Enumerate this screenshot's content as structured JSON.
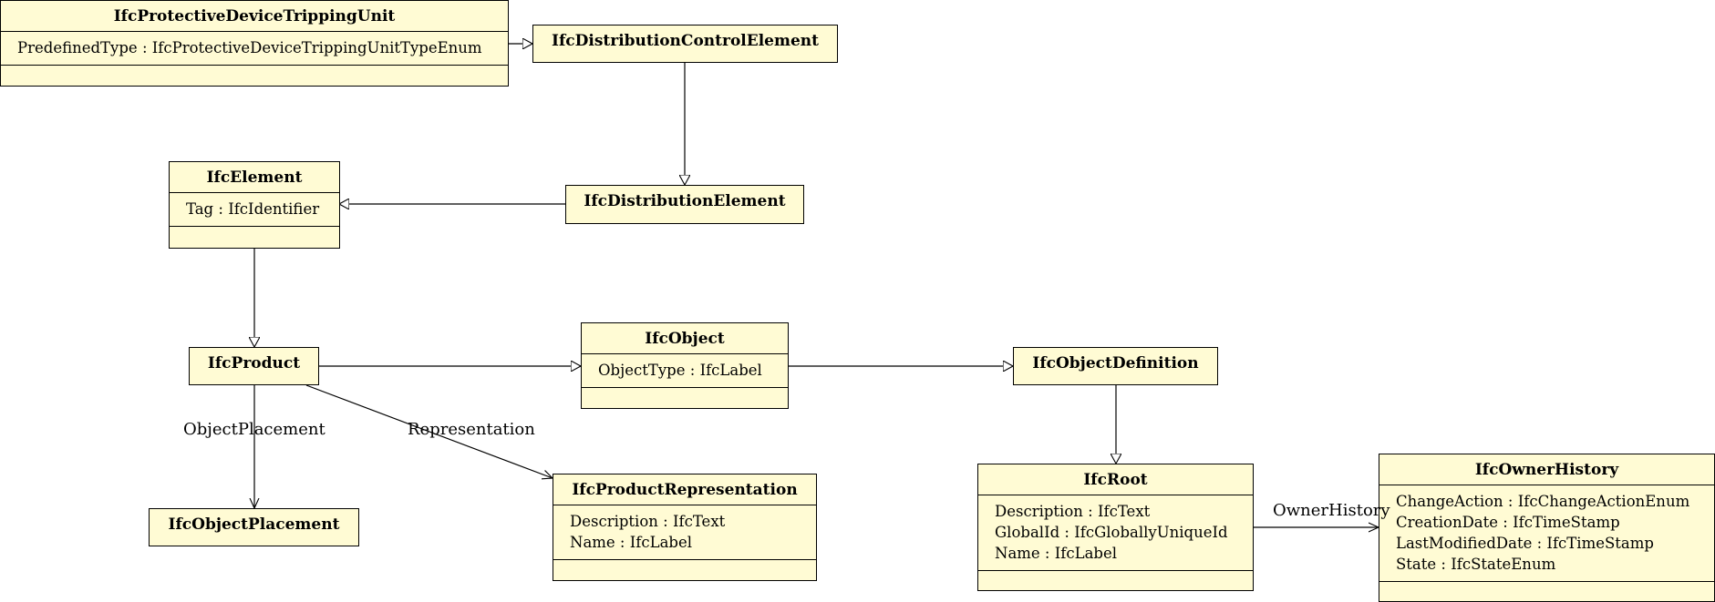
{
  "classes": {
    "protective_device": {
      "name": "IfcProtectiveDeviceTrippingUnit",
      "attributes": [
        {
          "name": "PredefinedType",
          "type": "IfcProtectiveDeviceTrippingUnitTypeEnum"
        }
      ]
    },
    "distribution_control_element": {
      "name": "IfcDistributionControlElement"
    },
    "element": {
      "name": "IfcElement",
      "attributes": [
        {
          "name": "Tag",
          "type": "IfcIdentifier"
        }
      ]
    },
    "distribution_element": {
      "name": "IfcDistributionElement"
    },
    "product": {
      "name": "IfcProduct"
    },
    "object": {
      "name": "IfcObject",
      "attributes": [
        {
          "name": "ObjectType",
          "type": "IfcLabel"
        }
      ]
    },
    "object_definition": {
      "name": "IfcObjectDefinition"
    },
    "object_placement": {
      "name": "IfcObjectPlacement"
    },
    "product_representation": {
      "name": "IfcProductRepresentation",
      "attributes": [
        {
          "name": "Description",
          "type": "IfcText"
        },
        {
          "name": "Name",
          "type": "IfcLabel"
        }
      ]
    },
    "root": {
      "name": "IfcRoot",
      "attributes": [
        {
          "name": "Description",
          "type": "IfcText"
        },
        {
          "name": "GlobalId",
          "type": "IfcGloballyUniqueId"
        },
        {
          "name": "Name",
          "type": "IfcLabel"
        }
      ]
    },
    "owner_history": {
      "name": "IfcOwnerHistory",
      "attributes": [
        {
          "name": "ChangeAction",
          "type": "IfcChangeActionEnum"
        },
        {
          "name": "CreationDate",
          "type": "IfcTimeStamp"
        },
        {
          "name": "LastModifiedDate",
          "type": "IfcTimeStamp"
        },
        {
          "name": "State",
          "type": "IfcStateEnum"
        }
      ]
    }
  },
  "associations": {
    "object_placement": "ObjectPlacement",
    "representation": "Representation",
    "owner_history": "OwnerHistory"
  }
}
